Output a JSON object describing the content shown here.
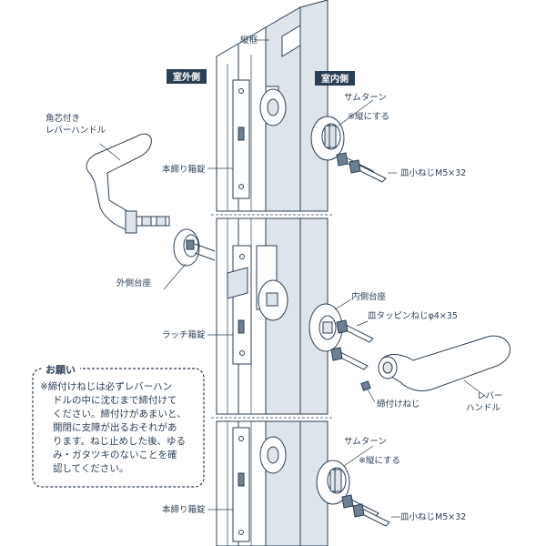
{
  "headers": {
    "outside": "室外側",
    "inside": "室内側"
  },
  "labels": {
    "frame": "縦框",
    "outer_lever_1": "角芯付き",
    "outer_lever_2": "レバーハンドル",
    "top_box_lock": "本締り箱錠",
    "thumbturn_top": "サムターン",
    "vertical_top": "※縦にする",
    "screw_top": "皿小ねじM5×32",
    "outer_base": "外側台座",
    "inner_base": "内側台座",
    "latch_lock": "ラッチ箱錠",
    "tapping_screw": "皿タッピンねじφ4×35",
    "set_screw": "締付けねじ",
    "lever_1": "レバー",
    "lever_2": "ハンドル",
    "thumbturn_bottom": "サムターン",
    "vertical_bottom": "※縦にする",
    "bottom_box_lock": "本締り箱錠",
    "screw_bottom": "皿小ねじM5×32"
  },
  "note": {
    "title": "お願い",
    "lines": [
      "※締付けねじは必ずレバーハン",
      "ドルの中に沈むまで締付けて",
      "ください。締付けがあまいと、",
      "開閉に支障が出るおそれがあ",
      "ります。ねじ止めした後、ゆる",
      "み・ガタツキのないことを確",
      "認してください。"
    ]
  },
  "colors": {
    "ink": "#2a3f55",
    "header_bg": "#2a3f55",
    "panel": "#dde4ea"
  }
}
